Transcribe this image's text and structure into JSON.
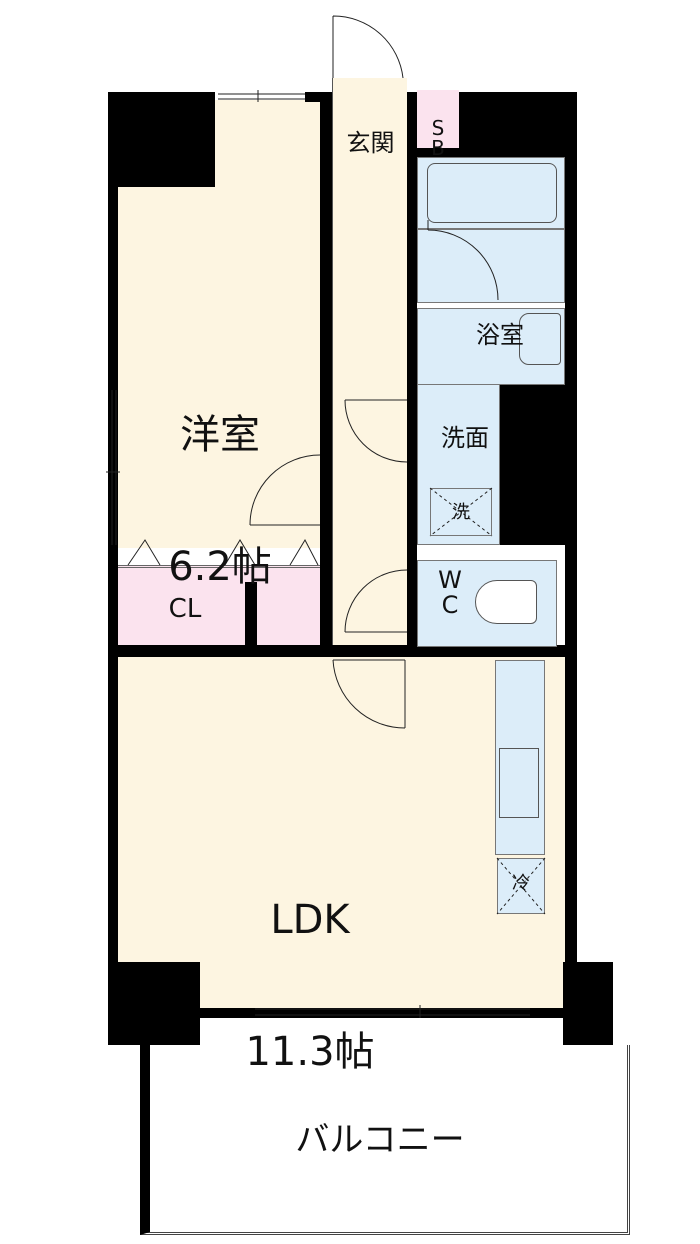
{
  "rooms": {
    "western_room": {
      "name": "洋室",
      "size": "6.2帖"
    },
    "ldk": {
      "name": "LDK",
      "size": "11.3帖"
    },
    "entrance": {
      "name": "玄関"
    },
    "shoe_box": {
      "name": "SB"
    },
    "bathroom": {
      "name": "浴室"
    },
    "washroom": {
      "name": "洗面"
    },
    "washer": {
      "name": "洗"
    },
    "toilet": {
      "name": "WC"
    },
    "closet": {
      "name": "CL"
    },
    "fridge": {
      "name": "冷"
    },
    "balcony": {
      "name": "バルコニー"
    }
  },
  "colors": {
    "room": "#fdf5e1",
    "wet": "#dcedf9",
    "storage": "#fbe3ee",
    "wall": "#000000"
  }
}
